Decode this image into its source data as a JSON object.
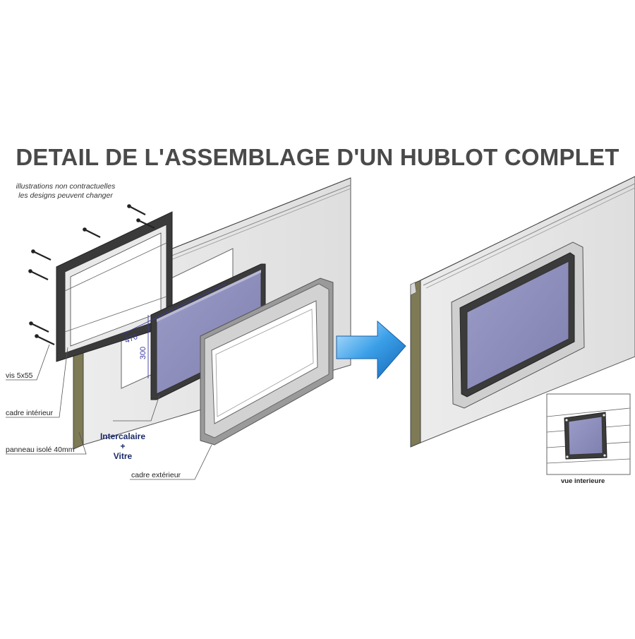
{
  "title": "DETAIL DE L'ASSEMBLAGE D'UN HUBLOT COMPLET",
  "note": {
    "line1": "illustrations non contractuelles",
    "line2": "les designs peuvent changer"
  },
  "labels": {
    "screws": "vis 5x55",
    "inner_frame": "cadre intérieur",
    "panel": "panneau isolé 40mm",
    "spacer_line1": "Intercalaire",
    "spacer_plus": "+",
    "spacer_line2": "Vitre",
    "outer_frame": "cadre extérieur",
    "inset_caption": "vue interieure"
  },
  "dimensions": {
    "width": "470",
    "height": "300"
  },
  "icons": {
    "arrow": "arrow-right-icon"
  },
  "colors": {
    "title": "#4a4a4a",
    "arrow": "#2a8ee0",
    "glass": "#8f8fc0",
    "panel": "#e6e6e6",
    "panel_edge": "#7d7a55",
    "frame": "#c9c9c9"
  }
}
